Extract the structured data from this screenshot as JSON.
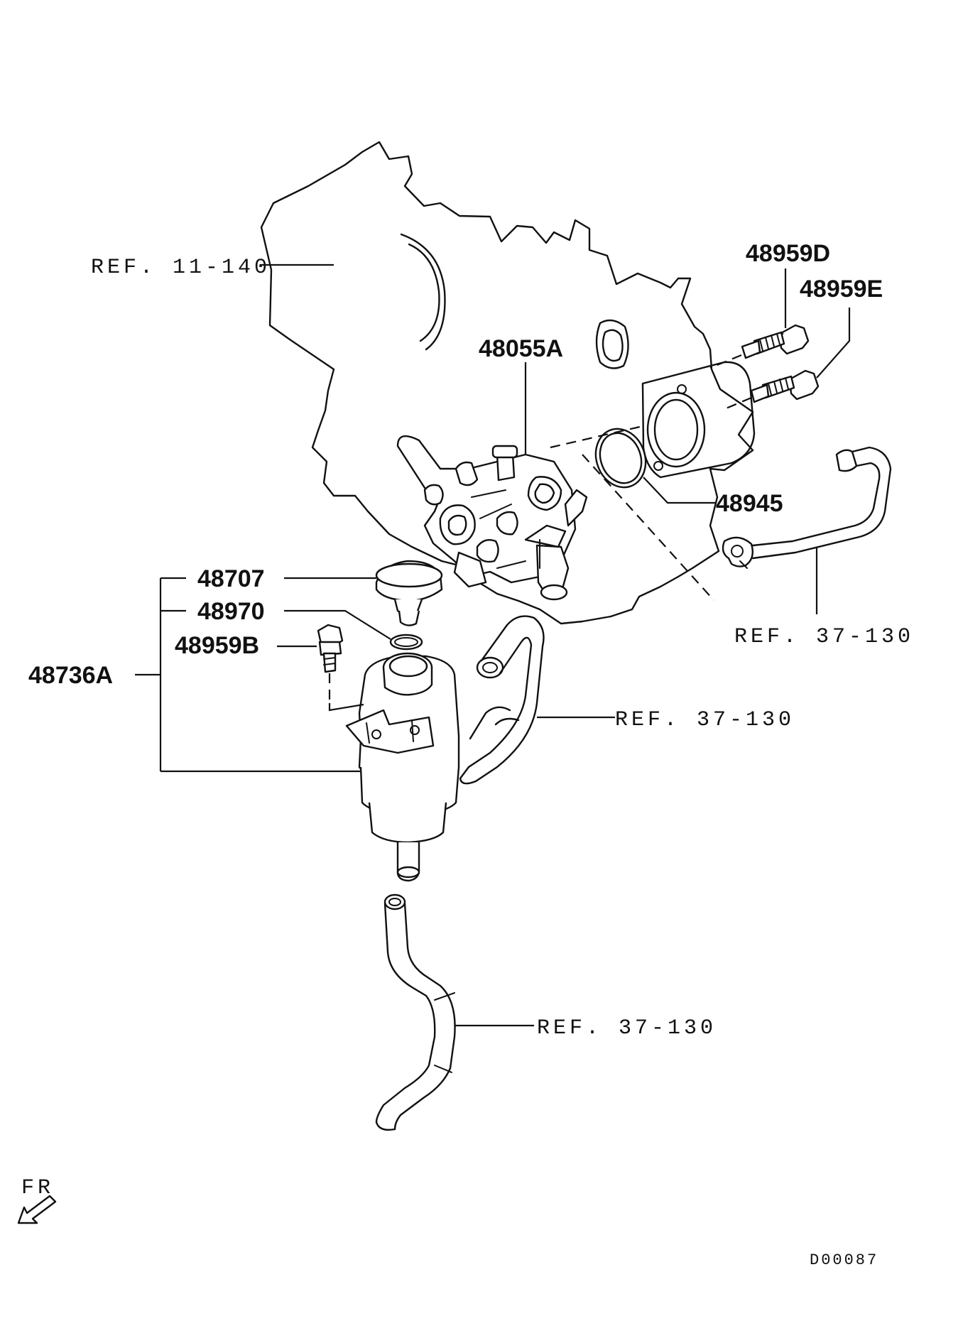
{
  "labels": {
    "ref_11_140": "REF. 11-140",
    "p48959D": "48959D",
    "p48959E": "48959E",
    "p48055A": "48055A",
    "p48945": "48945",
    "ref_37_130_a": "REF. 37-130",
    "p48707": "48707",
    "p48970": "48970",
    "p48959B": "48959B",
    "p48736A": "48736A",
    "ref_37_130_b": "REF. 37-130",
    "ref_37_130_c": "REF. 37-130",
    "fr": "FR",
    "diagram_code": "D00087"
  }
}
